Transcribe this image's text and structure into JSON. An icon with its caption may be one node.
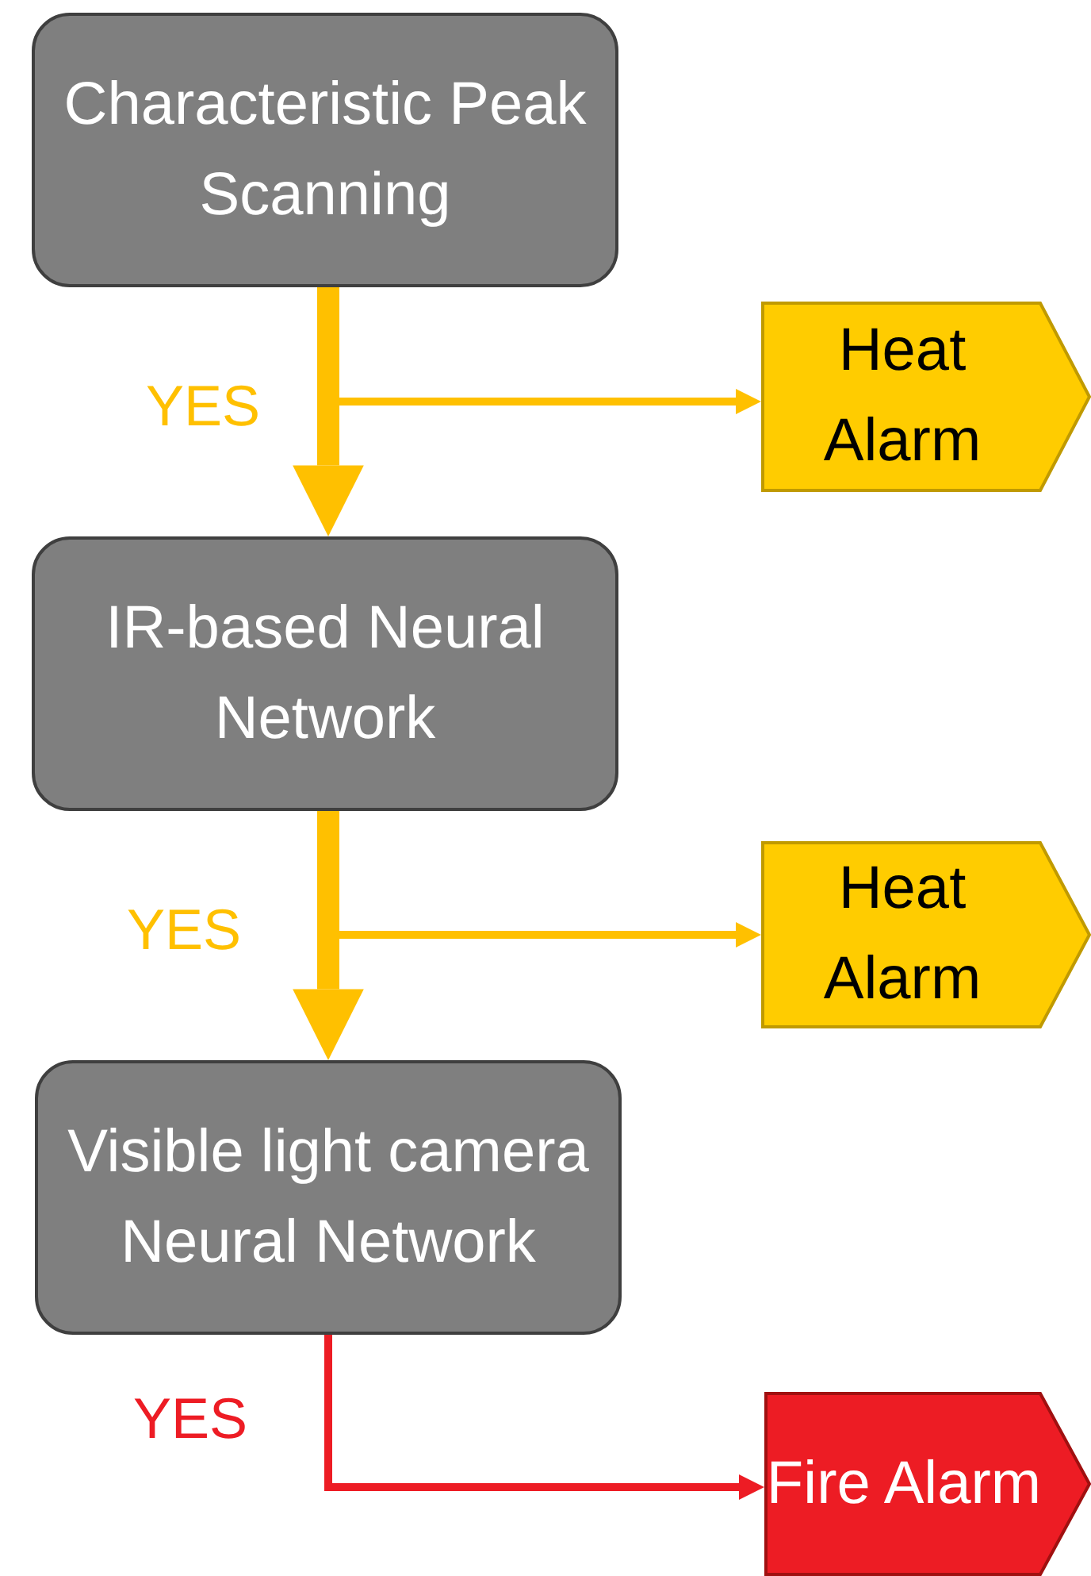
{
  "diagram": {
    "nodes": [
      {
        "text": [
          "Characteristic Peak Scanning"
        ]
      },
      {
        "text": [
          "Heat Alarm"
        ]
      },
      {
        "text": [
          "IR-based Neural Network"
        ]
      },
      {
        "text": [
          "Heat Alarm"
        ]
      },
      {
        "text": [
          "Visible light camera Neural Network"
        ]
      },
      {
        "text": [
          "Fire Alarm"
        ]
      }
    ],
    "edges": [
      {
        "from": 0,
        "to": 2,
        "arrow": "to",
        "label": "YES",
        "style": "thick"
      },
      {
        "from": 0,
        "to": 1,
        "arrow": "to"
      },
      {
        "from": 2,
        "to": 4,
        "arrow": "to",
        "label": "YES",
        "style": "thick"
      },
      {
        "from": 2,
        "to": 3,
        "arrow": "to"
      },
      {
        "from": 4,
        "to": 5,
        "arrow": "to",
        "label": "YES",
        "color": "#ed1c24"
      }
    ]
  }
}
